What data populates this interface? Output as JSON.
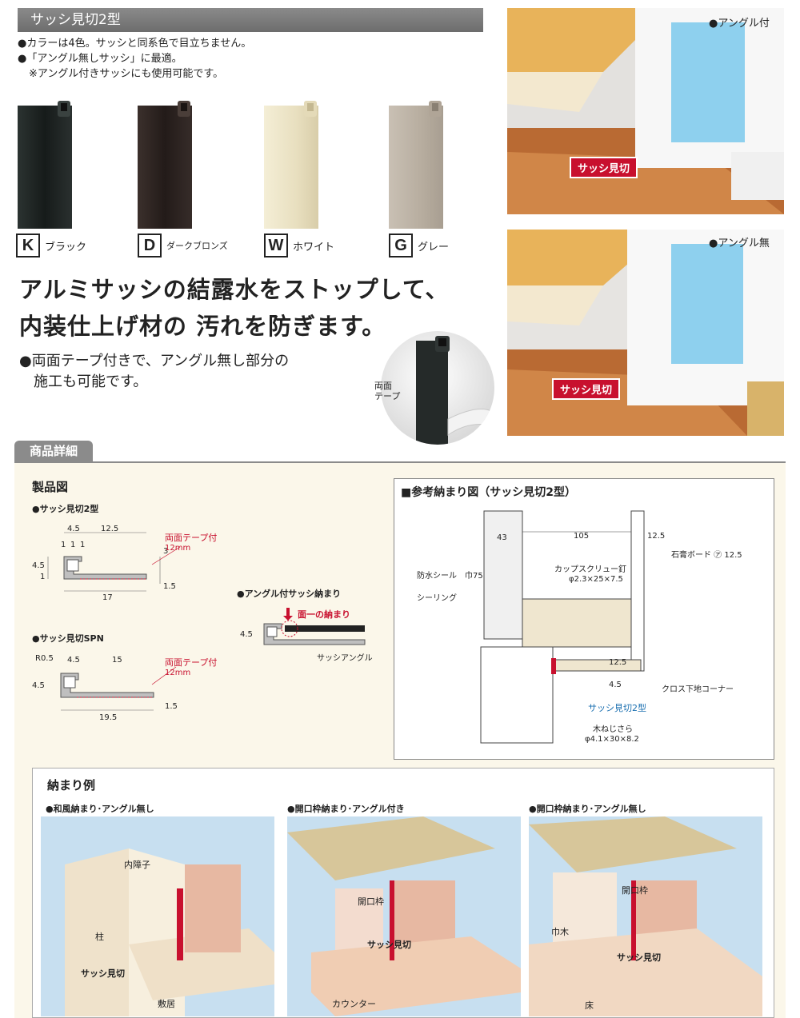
{
  "title": "サッシ見切2型",
  "bullets": [
    "●カラーは4色。サッシと同系色で目立ちません。",
    "●「アングル無しサッシ」に最適。",
    "※アングル付きサッシにも使用可能です。"
  ],
  "colors": [
    {
      "code": "K",
      "name": "ブラック",
      "hex": "#1e2322"
    },
    {
      "code": "D",
      "name": "ダークブロンズ",
      "hex": "#2e2522"
    },
    {
      "code": "W",
      "name": "ホワイト",
      "hex": "#ede5c8"
    },
    {
      "code": "G",
      "name": "グレー",
      "hex": "#bcb2a6"
    }
  ],
  "headline": [
    "アルミサッシの結露水をストップして、",
    "内装仕上げ材の 汚れを防ぎます。"
  ],
  "subline": [
    "●両面テープ付きで、アングル無し部分の",
    "施工も可能です。"
  ],
  "tape_label": [
    "両面",
    "テープ"
  ],
  "photos": {
    "angle_with": "●アングル付",
    "angle_without": "●アングル無",
    "callout": "サッシ見切"
  },
  "section_tab": "商品詳細",
  "product_drawing": {
    "heading": "製品図",
    "type2": {
      "label": "●サッシ見切2型",
      "dims": [
        "4.5",
        "12.5",
        "1",
        "1",
        "1",
        "4.5",
        "1",
        "3",
        "1.5",
        "17"
      ],
      "tape": [
        "両面テープ付",
        "12mm"
      ]
    },
    "spn": {
      "label": "●サッシ見切SPN",
      "dims": [
        "R0.5",
        "4.5",
        "15",
        "4.5",
        "1.5",
        "19.5"
      ],
      "tape": [
        "両面テープ付",
        "12mm"
      ]
    },
    "angle_fit": {
      "label": "●アングル付サッシ納まり",
      "flush": "面一の納まり",
      "dim": "4.5",
      "sash_angle": "サッシアングル"
    }
  },
  "reference": {
    "heading": "■参考納まり図（サッシ見切2型）",
    "labels": {
      "waterproof": "防水シール　巾75",
      "sealing": "シーリング",
      "screw": "カップスクリュー釘",
      "screw_spec": "φ2.3×25×7.5",
      "board": "石膏ボード ㋐ 12.5",
      "cloth": "クロス下地コーナー",
      "product": "サッシ見切2型",
      "wood_screw": "木ねじさら",
      "wood_screw_spec": "φ4.1×30×8.2"
    },
    "dims": [
      "43",
      "105",
      "12.5",
      "12.5",
      "4.5"
    ]
  },
  "examples": {
    "heading": "納まり例",
    "items": [
      {
        "title": "●和風納まり･アングル無し",
        "labels": [
          "内障子",
          "柱",
          "サッシ見切",
          "敷居"
        ]
      },
      {
        "title": "●開口枠納まり･アングル付き",
        "labels": [
          "開口枠",
          "サッシ見切",
          "カウンター"
        ]
      },
      {
        "title": "●開口枠納まり･アングル無し",
        "labels": [
          "開口枠",
          "巾木",
          "サッシ見切",
          "床"
        ]
      }
    ]
  }
}
